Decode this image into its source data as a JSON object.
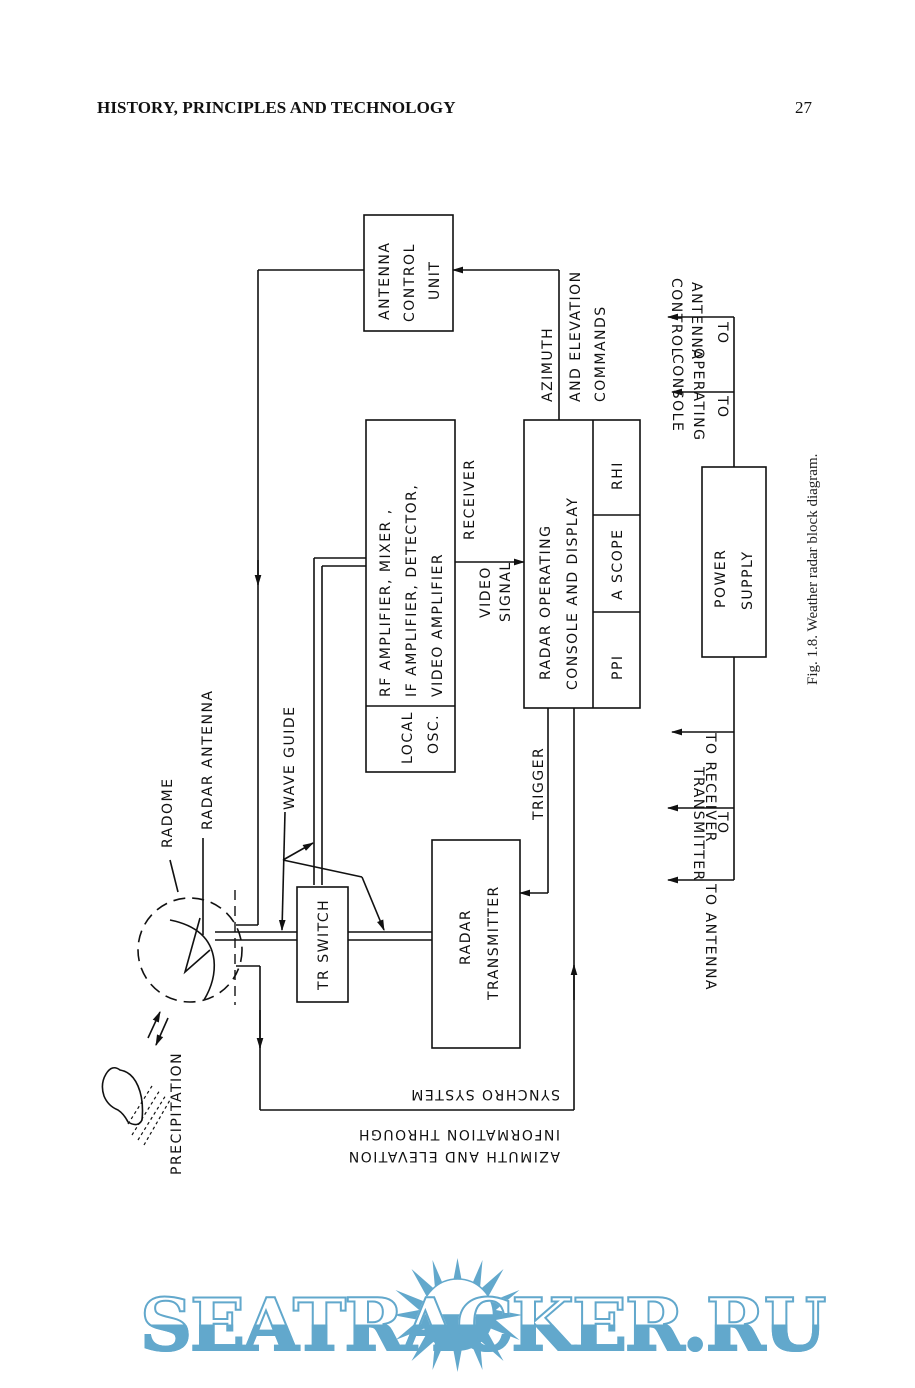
{
  "header": {
    "running_head": "HISTORY, PRINCIPLES AND TECHNOLOGY",
    "page_number": "27"
  },
  "figure": {
    "caption": "Fig. 1.8. Weather radar block diagram.",
    "labels": {
      "precipitation": "PRECIPITATION",
      "radome": "RADOME",
      "radar_antenna": "RADAR ANTENNA",
      "wave_guide": "WAVE GUIDE",
      "tr_switch": "TR SWITCH",
      "radar_transmitter_1": "RADAR",
      "radar_transmitter_2": "TRANSMITTER",
      "local_osc_1": "LOCAL",
      "local_osc_2": "OSC.",
      "receiver_1": "RF AMPLIFIER, MIXER ,",
      "receiver_2": "IF AMPLIFIER, DETECTOR,",
      "receiver_3": "VIDEO AMPLIFIER",
      "receiver_tag": "RECEIVER",
      "video_signal_1": "VIDEO",
      "video_signal_2": "SIGNAL",
      "trigger": "TRIGGER",
      "console_1": "RADAR OPERATING",
      "console_2": "CONSOLE AND DISPLAY",
      "ppi": "PPI",
      "a_scope": "A SCOPE",
      "rhi": "RHI",
      "antenna_control_1": "ANTENNA",
      "antenna_control_2": "CONTROL",
      "antenna_control_3": "UNIT",
      "commands_1": "AZIMUTH",
      "commands_2": "AND ELEVATION",
      "commands_3": "COMMANDS",
      "power_supply_1": "POWER",
      "power_supply_2": "SUPPLY",
      "to_antenna_control_1": "TO",
      "to_antenna_control_2": "ANTENNA",
      "to_antenna_control_3": "CONTROL",
      "to_console_1": "TO",
      "to_console_2": "OPERATING",
      "to_console_3": "CONSOLE",
      "to_receiver": "TO RECEIVER",
      "to_transmitter_1": "TO",
      "to_transmitter_2": "TRANSMITTER",
      "to_antenna": "TO ANTENNA",
      "synchro_1": "SYNCHRO SYSTEM",
      "synchro_2": "INFORMATION THROUGH",
      "synchro_3": "AZIMUTH AND ELEVATION"
    }
  },
  "watermark": {
    "text": "SEATRACKER.RU",
    "color": "#62a8cc"
  }
}
